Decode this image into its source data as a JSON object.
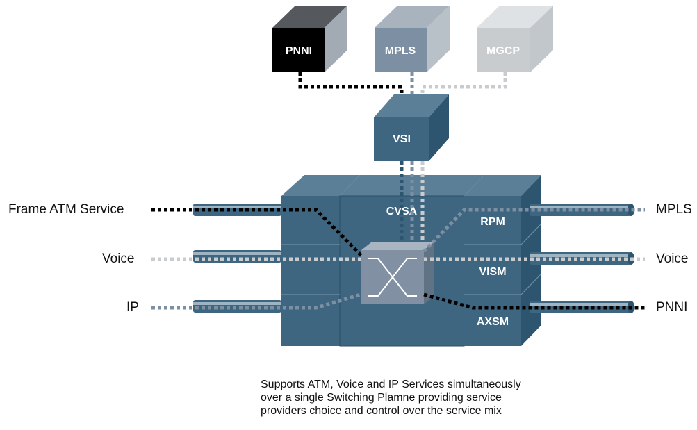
{
  "boxes": {
    "pnni": {
      "label": "PNNI",
      "color": "#000000"
    },
    "mpls": {
      "label": "MPLS",
      "color": "#7d8fa3"
    },
    "mgcp": {
      "label": "MGCP",
      "color": "#c9cccf"
    },
    "vsi": {
      "label": "VSI",
      "color": "#3e6680"
    }
  },
  "chassis": {
    "cvsa_label": "CVSA",
    "modules": [
      "RPM",
      "VISM",
      "AXSM"
    ],
    "color": "#3e6680"
  },
  "left_services": [
    "Frame ATM Service",
    "Voice",
    "IP"
  ],
  "right_services": [
    "MPLS",
    "Voice",
    "PNNI"
  ],
  "caption": [
    "Supports ATM, Voice and IP Services simultaneously",
    "over a single Switching Plamne providing service",
    "providers choice and control over the service mix"
  ],
  "colors": {
    "pnni_path": "#000000",
    "mpls_path": "#7d8fa3",
    "voice_path": "#c9cccf",
    "ip_path": "#7d8fa3",
    "pipe": "#3e6680"
  }
}
